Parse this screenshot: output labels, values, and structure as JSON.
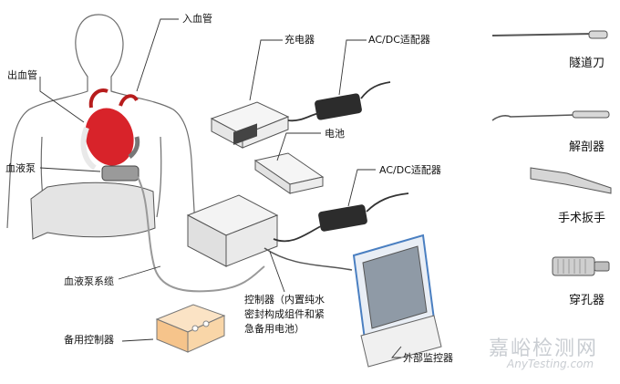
{
  "labels": {
    "inflow": "入血管",
    "outflow": "出血管",
    "pump": "血液泵",
    "pump_cable": "血液泵系缆",
    "backup_controller": "备用控制器",
    "charger": "充电器",
    "adapter_top": "AC/DC适配器",
    "battery": "电池",
    "adapter_mid": "AC/DC适配器",
    "controller_line1": "控制器（内置纯水",
    "controller_line2": "密封构成组件和紧",
    "controller_line3": "急备用电池）",
    "monitor": "外部监控器"
  },
  "tools": {
    "tunneler": "隧道刀",
    "dissector": "解剖器",
    "wrench": "手术扳手",
    "punch": "穿孔器"
  },
  "watermark": {
    "cn": "嘉峪检测网",
    "en": "AnyTesting.com"
  },
  "colors": {
    "heart": "#d8232a",
    "line": "#333333",
    "panel": "#f2f2f2",
    "monitor_blue": "#4a7fc1",
    "backup_orange": "#f6c48b",
    "watermark": "#c9cdd2"
  }
}
